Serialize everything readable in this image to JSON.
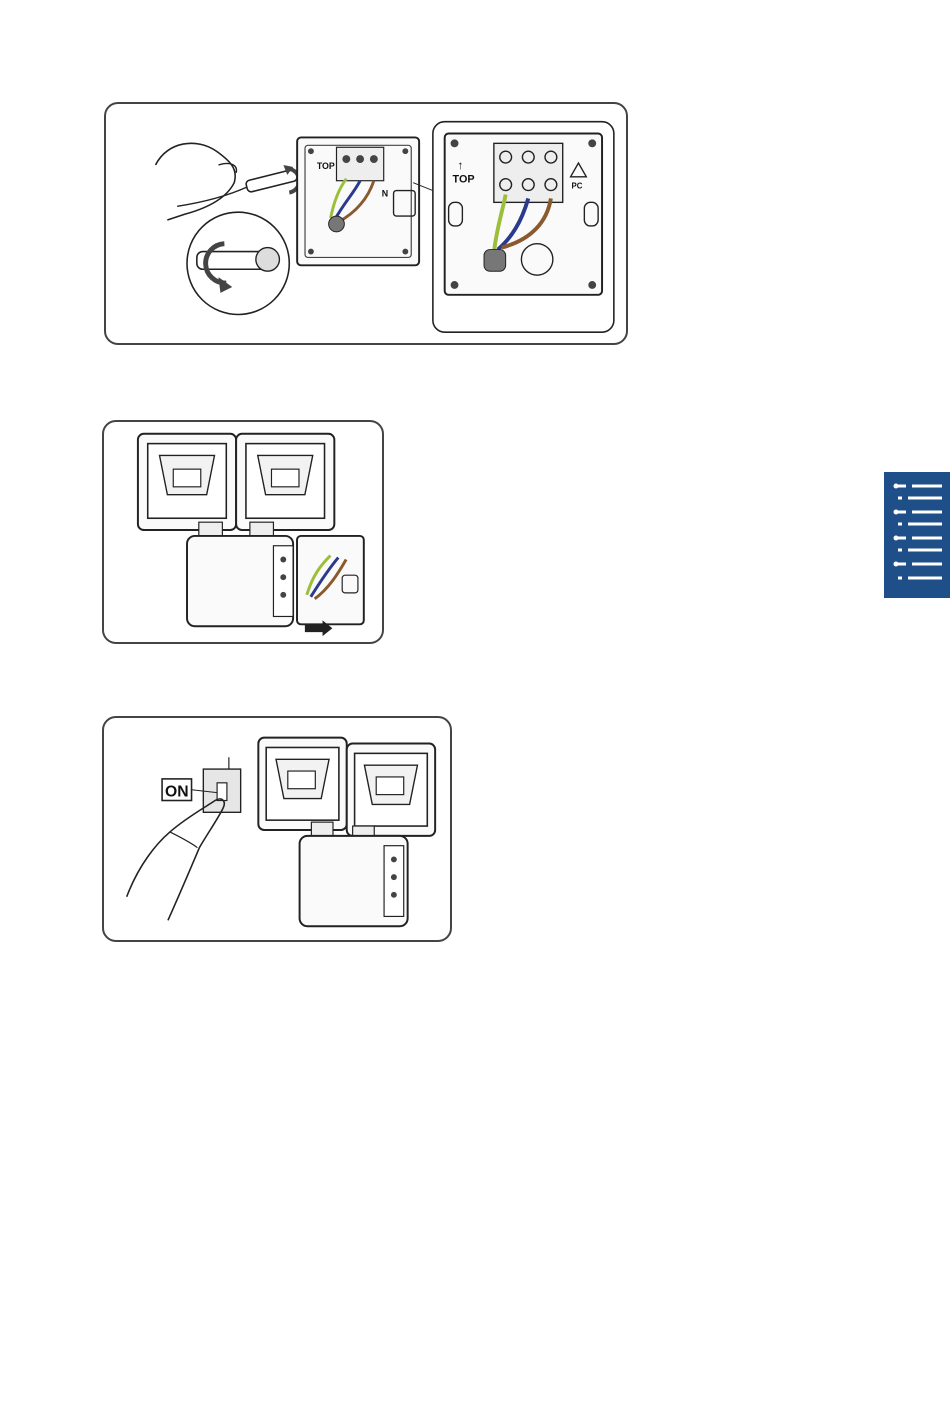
{
  "step1": {
    "box_top_label": "TOP",
    "box_terminal_label": "N",
    "detail_top_label": "TOP",
    "detail_pc_label": "PC"
  },
  "step3": {
    "switch_label": "ON"
  },
  "colors": {
    "earth_wire": "#9bbf3a",
    "neutral_wire": "#2b3a8c",
    "live_wire": "#8a5a2e",
    "side_tab": "#1f4f88"
  },
  "side_tab": {
    "icon": "installation-steps-icon"
  }
}
